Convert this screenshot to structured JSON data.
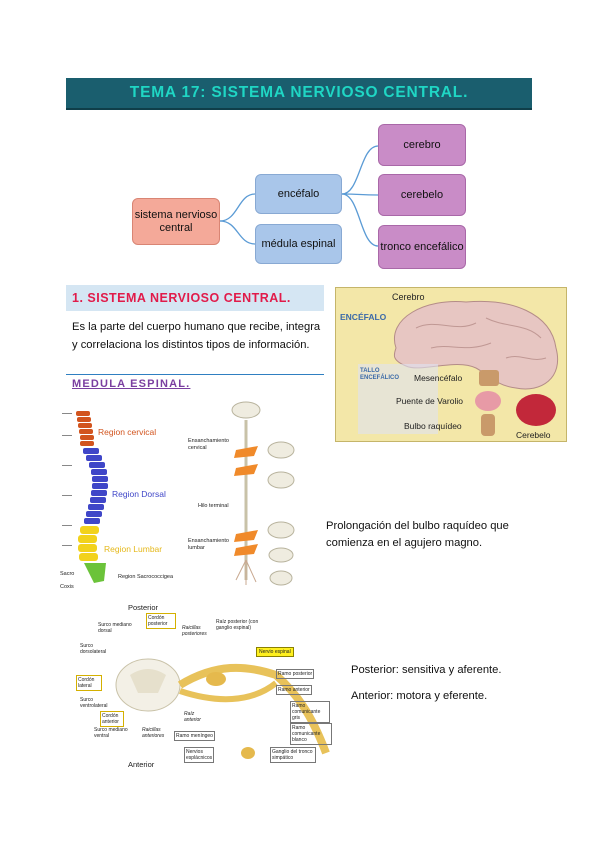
{
  "title": "TEMA 17: SISTEMA NERVIOSO CENTRAL.",
  "concept_map": {
    "root": "sistema nervioso central",
    "encefalo": "encéfalo",
    "medula": "médula espinal",
    "cerebro": "cerebro",
    "cerebelo": "cerebelo",
    "tronco": "tronco encefálico"
  },
  "section1": {
    "heading": "1. SISTEMA NERVIOSO CENTRAL.",
    "text": "Es la parte del cuerpo humano que recibe, integra y correlaciona los distintos tipos de información.",
    "subheading": "MEDULA ESPINAL."
  },
  "brain_figure": {
    "cerebro": "Cerebro",
    "encefalo": "ENCÉFALO",
    "tallo": "TALLO ENCEFÁLICO",
    "mesencefalo": "Mesencéfalo",
    "varolio": "Puente de Varolio",
    "bulbo": "Bulbo raquídeo",
    "cerebelo": "Cerebelo"
  },
  "spine_figure": {
    "cervical": "Region cervical",
    "dorsal": "Region Dorsal",
    "lumbar": "Region Lumbar",
    "sacro": "Sacro",
    "coxis": "Coxis",
    "sacrococcigea": "Region Sacrococcigea"
  },
  "cord_figure": {
    "enc_cervical": "Ensanchamiento cervical",
    "hilo": "Hilo terminal",
    "enc_lumbar": "Ensanchamiento lumbar"
  },
  "notes": {
    "prolongacion": "Prolongación del bulbo raquídeo que comienza en el agujero magno.",
    "posterior": "Posterior: sensitiva y aferente.",
    "anterior": "Anterior: motora y eferente."
  },
  "nerve_figure": {
    "posterior": "Posterior",
    "anterior": "Anterior",
    "surco_mediano_dorsal": "Surco mediano dorsal",
    "cordon_posterior": "Cordón posterior",
    "raicillas_posteriores": "Raicillas posteriores",
    "raiz_posterior": "Raíz posterior (con ganglio espinal)",
    "surco_dorsolateral": "Surco dorsolateral",
    "nervio_espinal": "Nervio espinal",
    "ramo_posterior": "Ramo posterior",
    "cordon_lateral": "Cordón lateral",
    "ramo_anterior": "Ramo anterior",
    "surco_ventrolateral": "Surco ventrolateral",
    "ramo_comunicante_gris": "Ramo comunicante gris",
    "cordon_anterior": "Cordón anterior",
    "raiz_anterior": "Raíz anterior",
    "ramo_comunicante_blanco": "Ramo comunicante blanco",
    "surco_mediano_ventral": "Surco mediano ventral",
    "raicillas_anteriores": "Raicillas anteriores",
    "ramo_meningeo": "Ramo meníngeo",
    "nervios_esplacnicos": "Nervios esplácnicos",
    "ganglio_tronco": "Ganglio del tronco simpático"
  },
  "colors": {
    "banner_bg": "#1a5e6e",
    "banner_text": "#1fd6c4",
    "heading_text": "#e11b4a",
    "subheading_text": "#7a3ea0"
  }
}
